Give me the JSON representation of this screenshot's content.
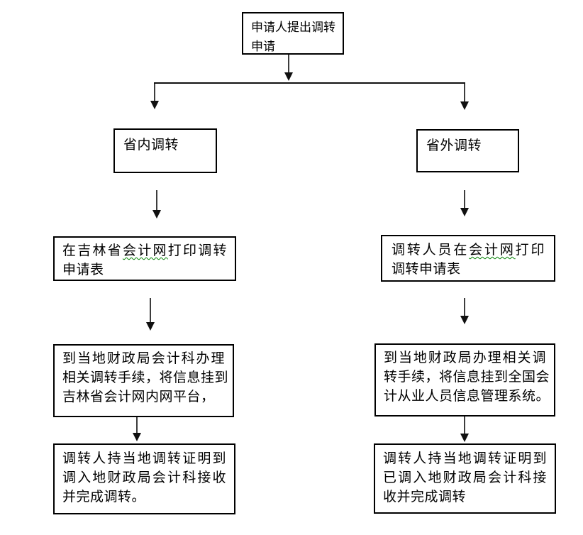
{
  "flowchart": {
    "top": {
      "line1": "申请人提出调转",
      "line2": "申请"
    },
    "branch_left": {
      "line1": "省内调转"
    },
    "branch_right": {
      "line1": "省外调转"
    },
    "print_left": {
      "line1_pre": "在吉林省",
      "line1_underlined": "会计网",
      "line1_post": "打印调转",
      "line2": "申请表"
    },
    "print_right": {
      "line1_pre": "调转人员在",
      "line1_underlined": "会计网",
      "line1_post": "打印",
      "line2": "调转申请表"
    },
    "bureau_left": {
      "line1": "到当地财政局会计科办理",
      "line2": "相关调转手续，将信息挂到",
      "line3": "吉林省会计网内网平台，"
    },
    "bureau_right": {
      "line1": "到当地财政局办理相关调",
      "line2": "转手续，将信息挂到全国会",
      "line3": "计从业人员信息管理系统。"
    },
    "complete_left": {
      "line1": "调转人持当地调转证明到",
      "line2": "调入地财政局会计科接收",
      "line3": "并完成调转。"
    },
    "complete_right": {
      "line1": "调转人持当地调转证明到",
      "line2": "已调入地财政局会计科接",
      "line3": "收并完成调转"
    }
  },
  "colors": {
    "box_border": "#000000",
    "arrow_stem": "#3d3d3d",
    "arrow_head": "#101010",
    "squiggle": "#008000",
    "bg": "#ffffff",
    "text": "#000000"
  }
}
